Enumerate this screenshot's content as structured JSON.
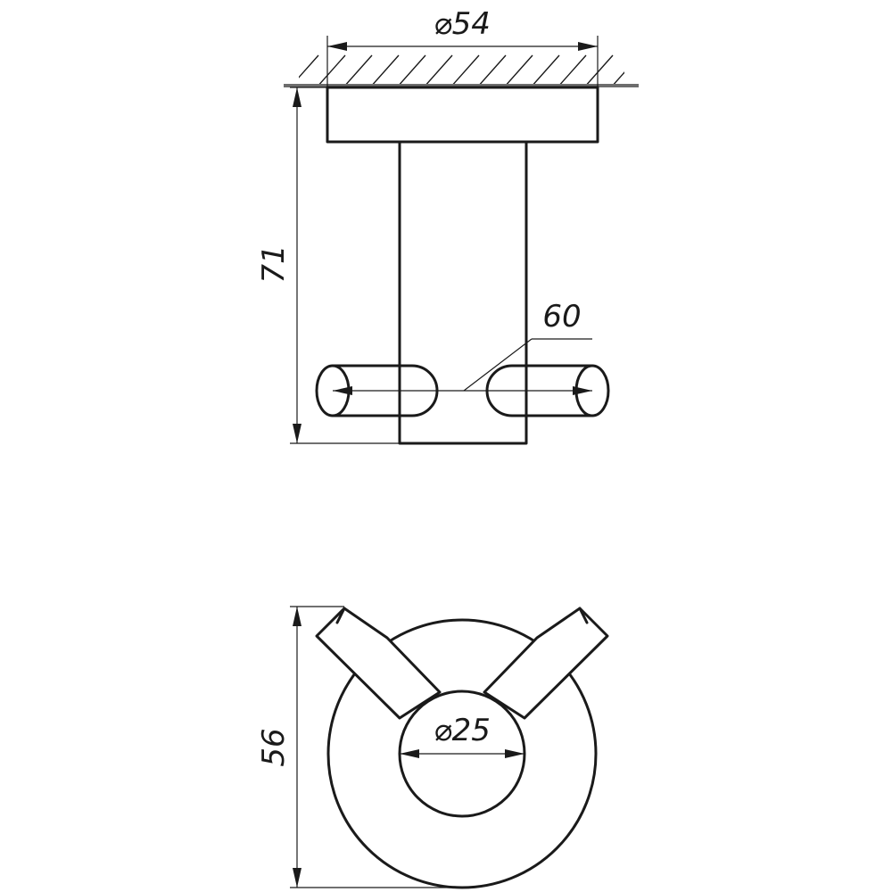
{
  "drawing": {
    "dimensions": {
      "mount_diameter": "⌀54",
      "total_height": "71",
      "hook_span": "60",
      "front_height": "56",
      "inner_diameter": "⌀25"
    }
  }
}
